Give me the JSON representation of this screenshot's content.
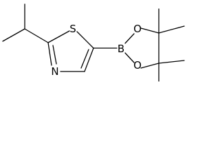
{
  "molecule": {
    "atoms": {
      "sulfur": "S",
      "nitrogen": "N",
      "boron": "B",
      "oxygen_top": "O",
      "oxygen_bottom": "O"
    }
  }
}
